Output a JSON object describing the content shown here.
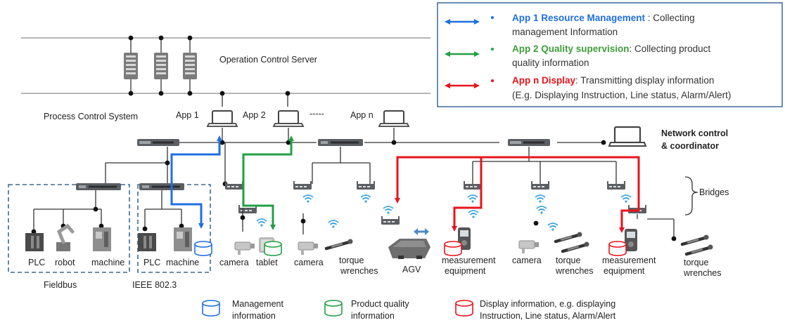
{
  "labels": {
    "operation_control_server": "Operation Control Server",
    "process_control_system": "Process Control System",
    "app1": "App 1",
    "app2": "App 2",
    "app_dash": "-----",
    "appn": "App n",
    "network_control_l1": "Network control",
    "network_control_l2": "& coordinator",
    "bridges": "Bridges",
    "fieldbus": "Fieldbus",
    "ieee": "IEEE 802.3"
  },
  "devices": {
    "plc1": "PLC",
    "robot": "robot",
    "machine1": "machine",
    "plc2": "PLC",
    "machine2": "machine",
    "camera1": "camera",
    "tablet": "tablet",
    "camera2": "camera",
    "torque1_l1": "torque",
    "torque1_l2": "wrenches",
    "agv": "AGV",
    "meas1_l1": "measurement",
    "meas1_l2": "equipment",
    "camera3": "camera",
    "torque2_l1": "torque",
    "torque2_l2": "wrenches",
    "meas2_l1": "measurement",
    "meas2_l2": "equipment",
    "torque3_l1": "torque",
    "torque3_l2": "wrenches"
  },
  "legend_box": {
    "item1_title": "App 1 Resource Management",
    "item1_rest": " : Collecting",
    "item1_line2": "management Information",
    "item2_title": "App 2 Quality supervision",
    "item2_rest": ": Collecting product",
    "item2_line2": "quality information",
    "item3_title": "App n Display",
    "item3_rest": ": Transmitting display information",
    "item3_line2": "(E.g. Displaying Instruction, Line status, Alarm/Alert)"
  },
  "bottom_legend": {
    "mgmt_l1": "Management",
    "mgmt_l2": "information",
    "pq_l1": "Product quality",
    "pq_l2": "information",
    "disp_l1": "Display information, e.g. displaying",
    "disp_l2": "Instruction, Line status, Alarm/Alert"
  },
  "colors": {
    "app1": "#1f6fe0",
    "app2": "#22a045",
    "appn": "#e8141c",
    "line": "#8a8a8a",
    "dash_box": "#3a6a94"
  }
}
